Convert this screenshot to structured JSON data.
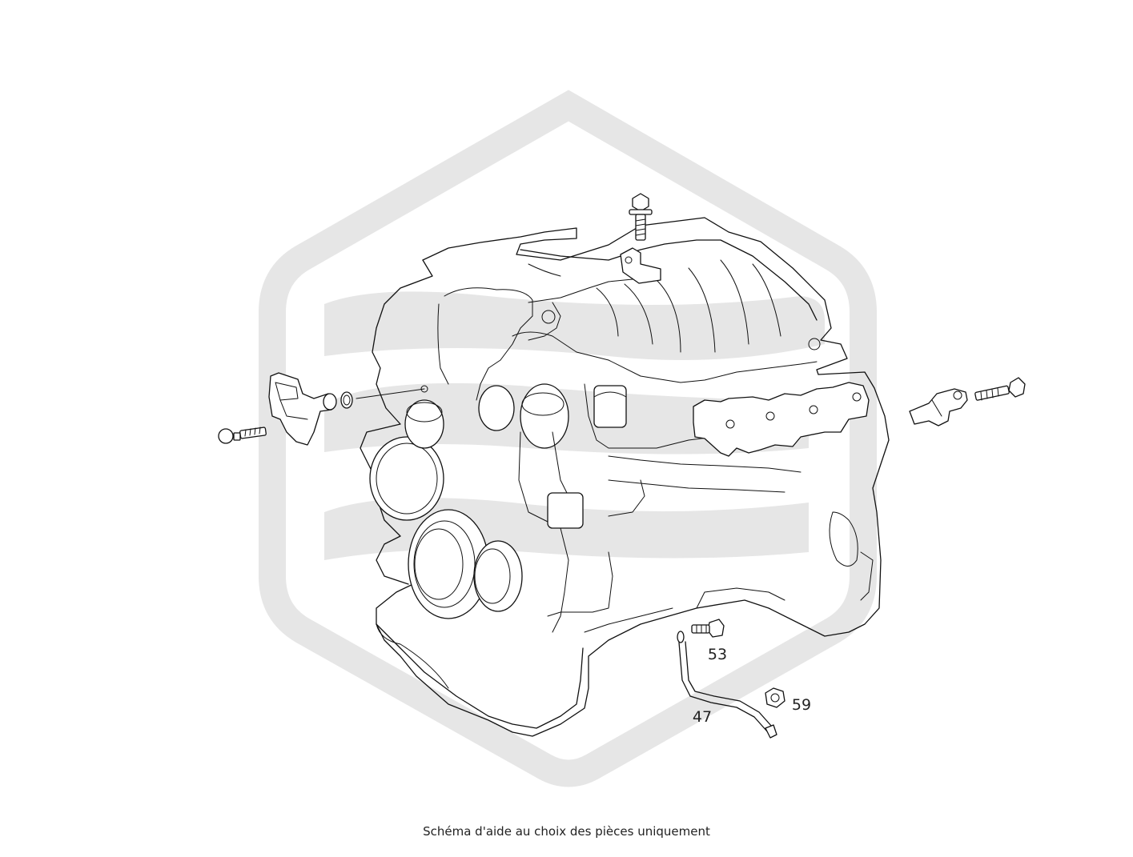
{
  "callouts": {
    "part_47": "47",
    "part_53": "53",
    "part_59": "59"
  },
  "caption": "Schéma d'aide au choix des pièces uniquement",
  "colors": {
    "watermark": "#e6e6e6",
    "line": "#111111",
    "background": "#ffffff"
  },
  "watermark": {
    "icon": "hexagon-s-logo-watermark"
  }
}
